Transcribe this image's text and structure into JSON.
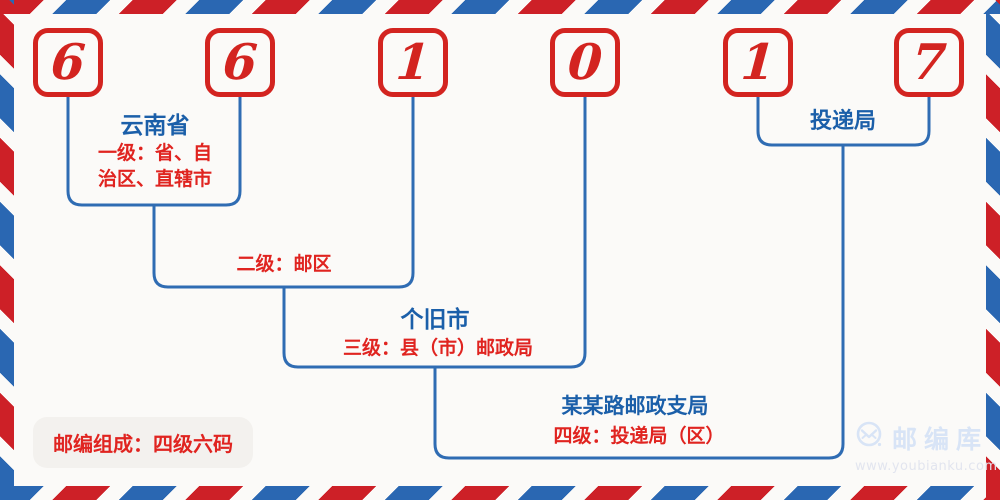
{
  "postal_code": {
    "digits": [
      "6",
      "6",
      "1",
      "0",
      "1",
      "7"
    ]
  },
  "annotations": {
    "province": {
      "title": "云南省",
      "desc_line1": "一级：省、自",
      "desc_line2": "治区、直辖市"
    },
    "postal_zone": {
      "desc": "二级：邮区"
    },
    "city": {
      "title": "个旧市",
      "desc": "三级：县（市）邮政局"
    },
    "branch": {
      "title": "某某路邮政支局",
      "desc": "四级：投递局（区）"
    },
    "delivery": {
      "title": "投递局"
    }
  },
  "badge": {
    "text": "邮编组成：四级六码"
  },
  "watermark": {
    "brand": "邮编库",
    "url": "www.youbianku.com",
    "logo_icon": "envelope-circle-icon"
  },
  "colors": {
    "background": "#fbfaf8",
    "stripe_red": "#cd2027",
    "stripe_blue": "#2a67b2",
    "digit_red": "#d32420",
    "box_border_red": "#d32420",
    "text_red": "#e02420",
    "text_blue": "#1b5fa9",
    "connector_blue": "#2f6cb3",
    "badge_bg": "#f3f1ee",
    "watermark_blue": "#d8e4f6"
  }
}
